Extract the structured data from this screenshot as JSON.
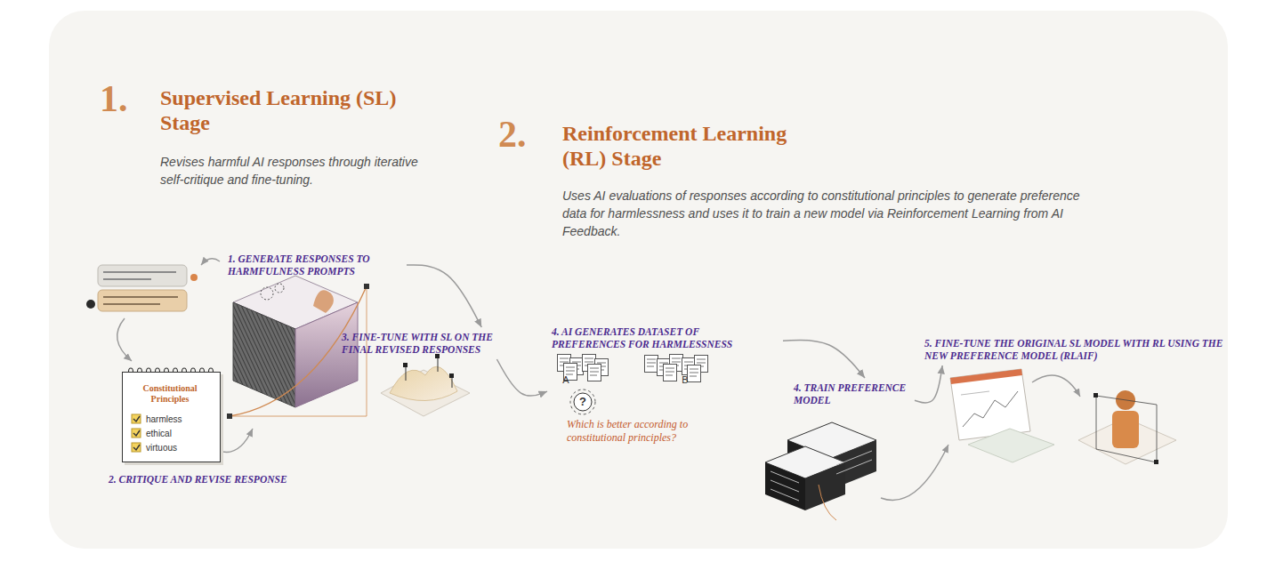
{
  "diagram": {
    "nodes": [
      {
        "text": [
          "1. GENERATE RESPONSES TO HARMFULNESS PROMPTS"
        ]
      },
      {
        "text": [
          "Constitutional Principles",
          "harmless",
          "ethical",
          "virtuous"
        ]
      },
      {
        "text": [
          "2. CRITIQUE AND REVISE RESPONSE"
        ]
      },
      {
        "text": [
          "3. FINE-TUNE WITH SL ON THE FINAL REVISED RESPONSES"
        ]
      },
      {
        "text": [
          "4. AI GENERATES DATASET OF PREFERENCES FOR HARMLESSNESS",
          "A",
          "B",
          "?",
          "Which is better according to constitutional principles?"
        ]
      },
      {
        "text": [
          "4. TRAIN PREFERENCE MODEL"
        ]
      },
      {
        "text": [
          "5. FINE-TUNE THE ORIGINAL SL MODEL WITH RL USING THE NEW PREFERENCE MODEL (RLAIF)"
        ]
      }
    ],
    "edges": [
      {
        "from": 0,
        "to": 3,
        "arrow": "to"
      },
      {
        "from": 3,
        "to": 4,
        "arrow": "to"
      },
      {
        "from": 4,
        "to": 5,
        "arrow": "to"
      },
      {
        "from": 5,
        "to": 6,
        "arrow": "to"
      }
    ],
    "labels": [
      "1.",
      "Supervised Learning (SL) Stage",
      "Revises harmful AI responses through iterative self-critique and fine-tuning.",
      "2.",
      "Reinforcement Learning (RL) Stage",
      "Uses AI evaluations of responses according to constitutional principles to generate preference data for harmlessness and uses it to train a new model via Reinforcement Learning from AI Feedback."
    ]
  }
}
